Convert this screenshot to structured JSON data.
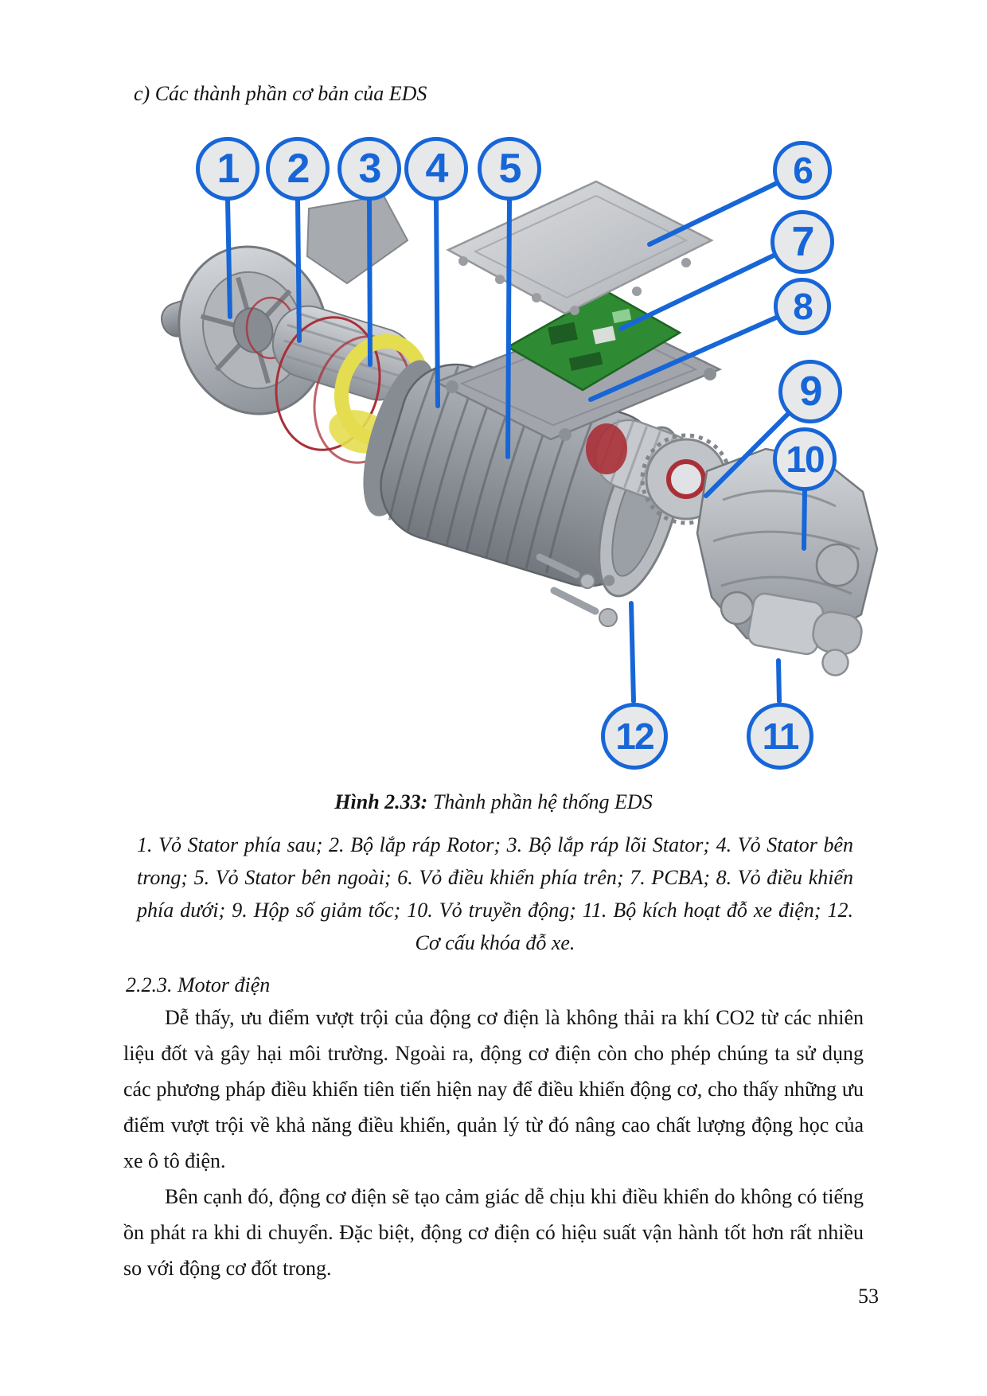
{
  "page": {
    "heading": "c) Các thành phần cơ bản của EDS",
    "page_number": "53"
  },
  "figure": {
    "caption": {
      "label": "Hình 2.33:",
      "text": "Thành phần hệ thống EDS"
    },
    "callouts": [
      {
        "number": "1"
      },
      {
        "number": "2"
      },
      {
        "number": "3"
      },
      {
        "number": "4"
      },
      {
        "number": "5"
      },
      {
        "number": "6"
      },
      {
        "number": "7"
      },
      {
        "number": "8"
      },
      {
        "number": "9"
      },
      {
        "number": "10"
      },
      {
        "number": "11"
      },
      {
        "number": "12"
      }
    ],
    "legend_lines": [
      "1. Vỏ Stator phía sau; 2. Bộ lắp ráp Rotor; 3. Bộ lắp ráp lõi Stator; 4. Vỏ Stator bên",
      "trong; 5. Vỏ Stator bên ngoài; 6. Vỏ điều khiển phía trên; 7. PCBA; 8. Vỏ điều khiển",
      "phía dưới; 9. Hộp số giảm tốc; 10. Vỏ truyền động; 11. Bộ kích hoạt đỗ xe điện; 12.",
      "Cơ cấu khóa đỗ xe."
    ],
    "colors": {
      "callout_blue": "#1766d8",
      "pcb_green": "#2e8b33",
      "winding_yellow": "#e4dd4f",
      "accent_red": "#aa3038"
    }
  },
  "section": {
    "heading": "2.2.3. Motor điện",
    "paragraphs": [
      "Dễ thấy, ưu điểm vượt trội của động cơ điện là không thải ra khí CO2 từ các nhiên liệu đốt và gây hại môi trường. Ngoài ra, động cơ điện còn cho phép chúng ta sử dụng các phương pháp điều khiển tiên tiến hiện nay để điều khiển động cơ, cho thấy những ưu điểm vượt trội về khả năng điều khiển, quản lý từ đó nâng cao chất lượng động học của xe ô tô điện.",
      "Bên cạnh đó, động cơ điện sẽ tạo cảm giác dễ chịu khi điều khiển do không có tiếng ồn phát ra khi di chuyển. Đặc biệt, động cơ điện có hiệu suất vận hành tốt hơn rất nhiều so với  động cơ đốt trong."
    ]
  }
}
